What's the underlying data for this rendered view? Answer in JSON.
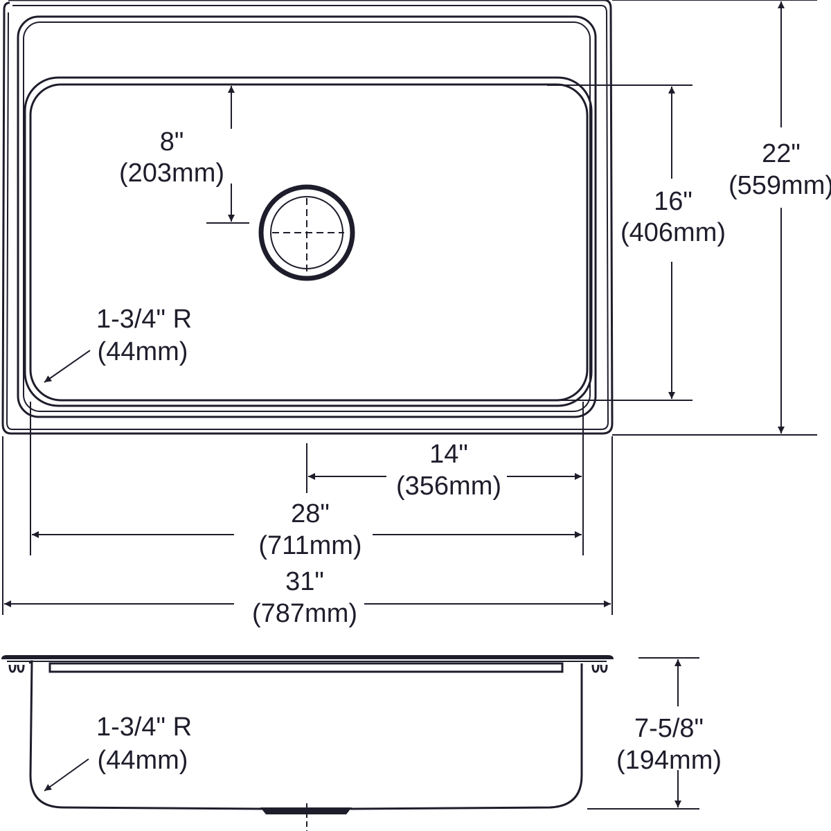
{
  "diagram": {
    "type": "sink-dimension-drawing",
    "views": [
      "top-view",
      "side-view"
    ],
    "colors": {
      "line": "#1e1d2b",
      "background": "#ffffff"
    }
  },
  "top_view": {
    "drain_offset": {
      "inches": "8\"",
      "mm": "(203mm)"
    },
    "bowl_width": {
      "inches": "16\"",
      "mm": "(406mm)"
    },
    "overall_width": {
      "inches": "22\"",
      "mm": "(559mm)"
    },
    "corner_radius": {
      "inches": "1-3/4\" R",
      "mm": "(44mm)"
    },
    "drain_to_bowl_edge": {
      "inches": "14\"",
      "mm": "(356mm)"
    },
    "bowl_length": {
      "inches": "28\"",
      "mm": "(711mm)"
    },
    "overall_length": {
      "inches": "31\"",
      "mm": "(787mm)"
    }
  },
  "side_view": {
    "corner_radius": {
      "inches": "1-3/4\" R",
      "mm": "(44mm)"
    },
    "bowl_depth": {
      "inches": "7-5/8\"",
      "mm": "(194mm)"
    }
  }
}
